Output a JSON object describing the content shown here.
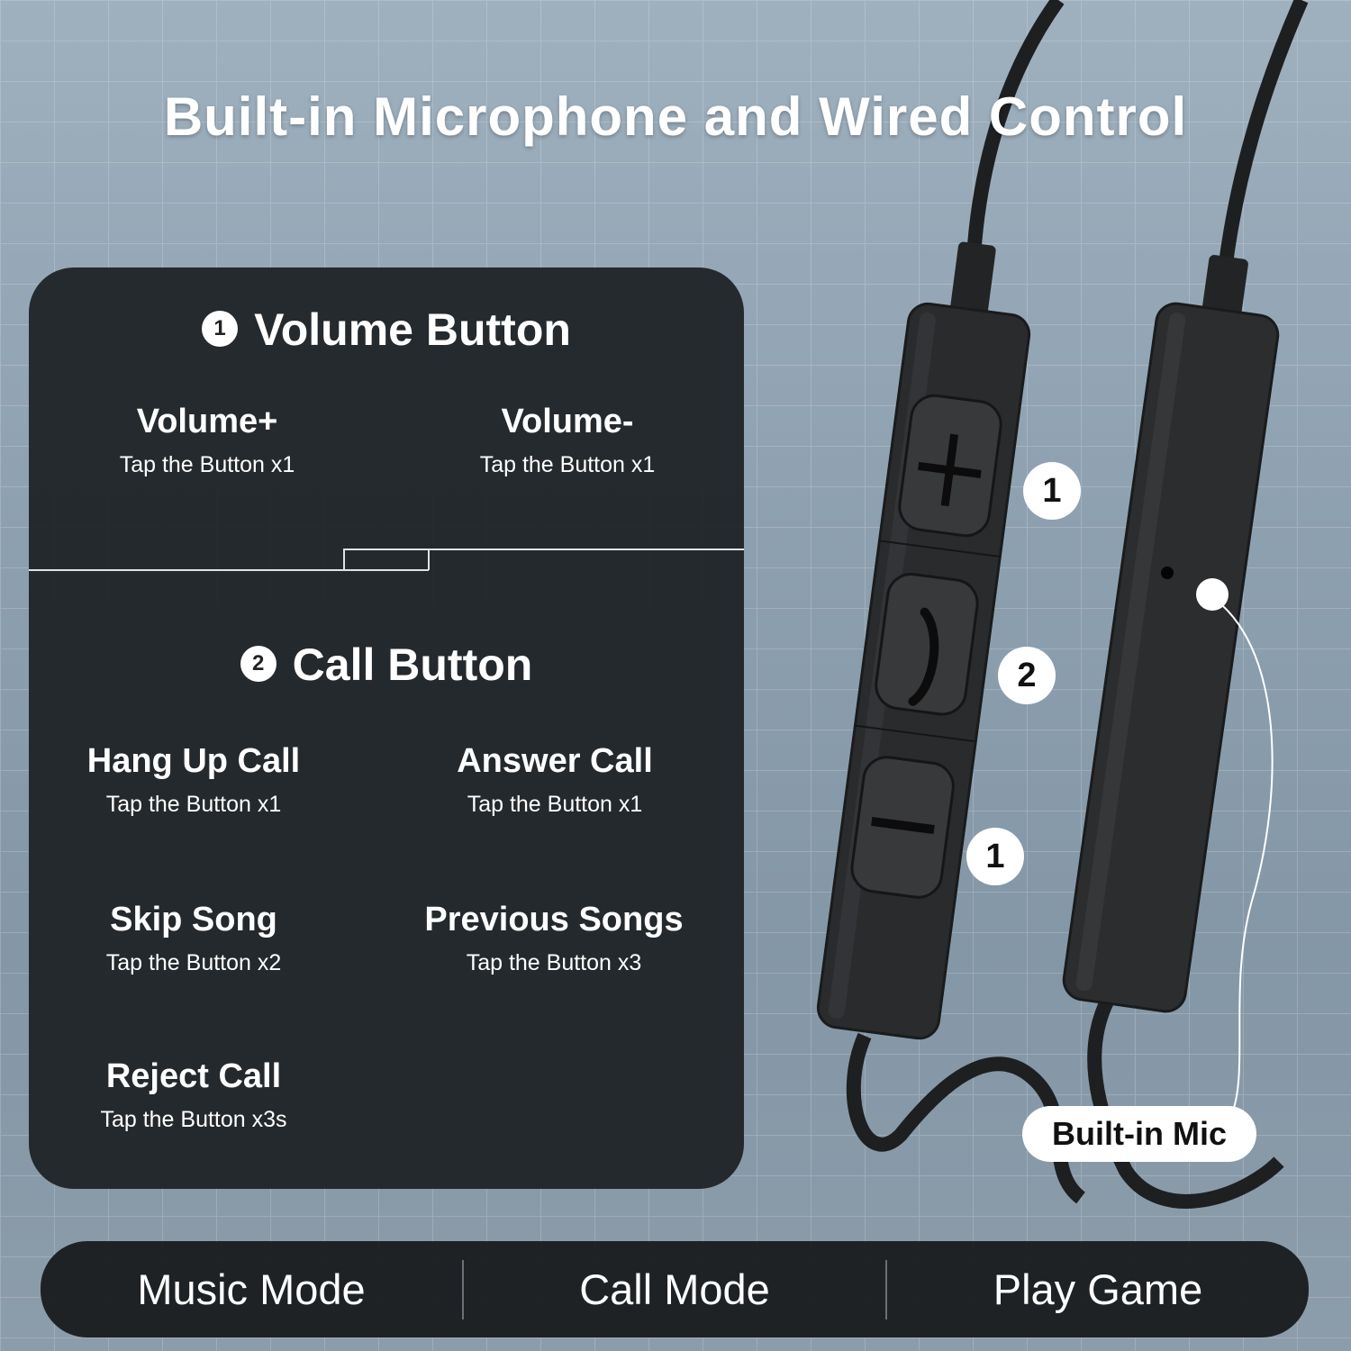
{
  "title": "Built-in Microphone and Wired Control",
  "panel": {
    "volume": {
      "number": "1",
      "title": "Volume Button",
      "items": [
        {
          "label": "Volume+",
          "action": "Tap the Button x1"
        },
        {
          "label": "Volume-",
          "action": "Tap the Button x1"
        }
      ]
    },
    "call": {
      "number": "2",
      "title": "Call Button",
      "items": [
        {
          "label": "Hang Up Call",
          "action": "Tap the Button x1"
        },
        {
          "label": "Answer Call",
          "action": "Tap the Button x1"
        },
        {
          "label": "Skip Song",
          "action": "Tap the Button x2"
        },
        {
          "label": "Previous Songs",
          "action": "Tap the Button x3"
        },
        {
          "label": "Reject Call",
          "action": "Tap the Button x3s"
        }
      ]
    }
  },
  "callouts": {
    "plus": "1",
    "call": "2",
    "minus": "1",
    "mic": "Built-in Mic"
  },
  "modes": [
    "Music Mode",
    "Call Mode",
    "Play Game"
  ],
  "colors": {
    "panel": "#1c2024",
    "background": "#8da0b0",
    "remote": "#2a2b2d"
  }
}
